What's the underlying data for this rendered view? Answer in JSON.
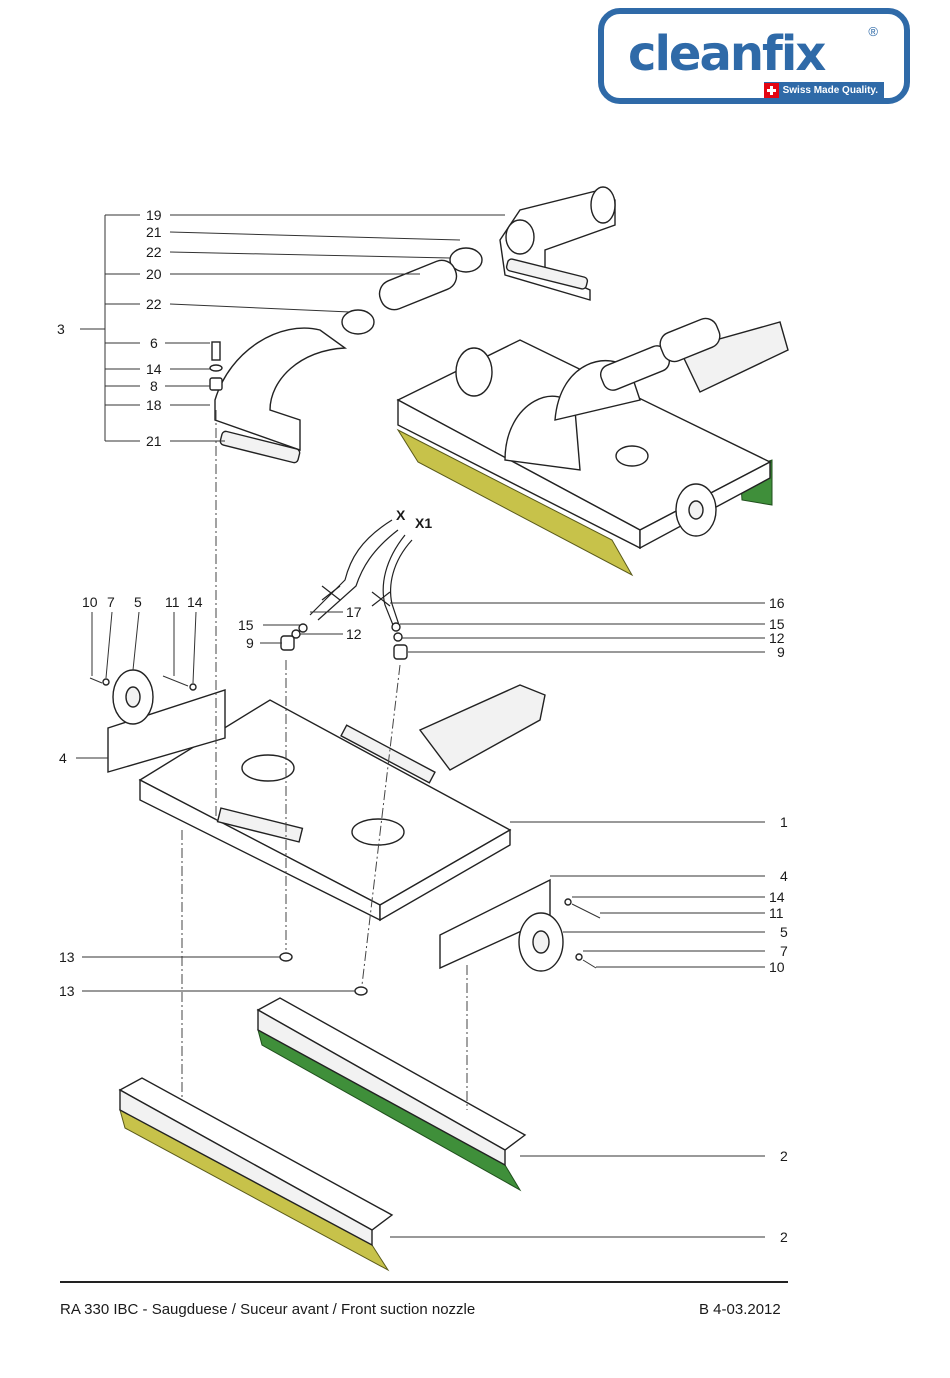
{
  "logo": {
    "wordmark": "cleanfix",
    "registered": "®",
    "tagline": "Swiss Made Quality.",
    "brand_color": "#2f6aa8",
    "flag_color": "#e30613"
  },
  "callouts": [
    {
      "label": "19"
    },
    {
      "label": "21"
    },
    {
      "label": "22"
    },
    {
      "label": "20"
    },
    {
      "label": "22"
    },
    {
      "label": "3"
    },
    {
      "label": "6"
    },
    {
      "label": "14"
    },
    {
      "label": "8"
    },
    {
      "label": "18"
    },
    {
      "label": "21"
    },
    {
      "label": "X"
    },
    {
      "label": "X1"
    },
    {
      "label": "10"
    },
    {
      "label": "7"
    },
    {
      "label": "5"
    },
    {
      "label": "11"
    },
    {
      "label": "14"
    },
    {
      "label": "15"
    },
    {
      "label": "17"
    },
    {
      "label": "12"
    },
    {
      "label": "9"
    },
    {
      "label": "16"
    },
    {
      "label": "15"
    },
    {
      "label": "12"
    },
    {
      "label": "9"
    },
    {
      "label": "4"
    },
    {
      "label": "1"
    },
    {
      "label": "4"
    },
    {
      "label": "14"
    },
    {
      "label": "11"
    },
    {
      "label": "5"
    },
    {
      "label": "7"
    },
    {
      "label": "10"
    },
    {
      "label": "13"
    },
    {
      "label": "13"
    },
    {
      "label": "2"
    },
    {
      "label": "2"
    }
  ],
  "footer": {
    "title": "RA 330 IBC - Saugduese / Suceur avant / Front suction nozzle",
    "code": "B 4-03.2012"
  },
  "colors": {
    "rubber_yellow": "#c7c24a",
    "rubber_green": "#3f8f3a"
  }
}
